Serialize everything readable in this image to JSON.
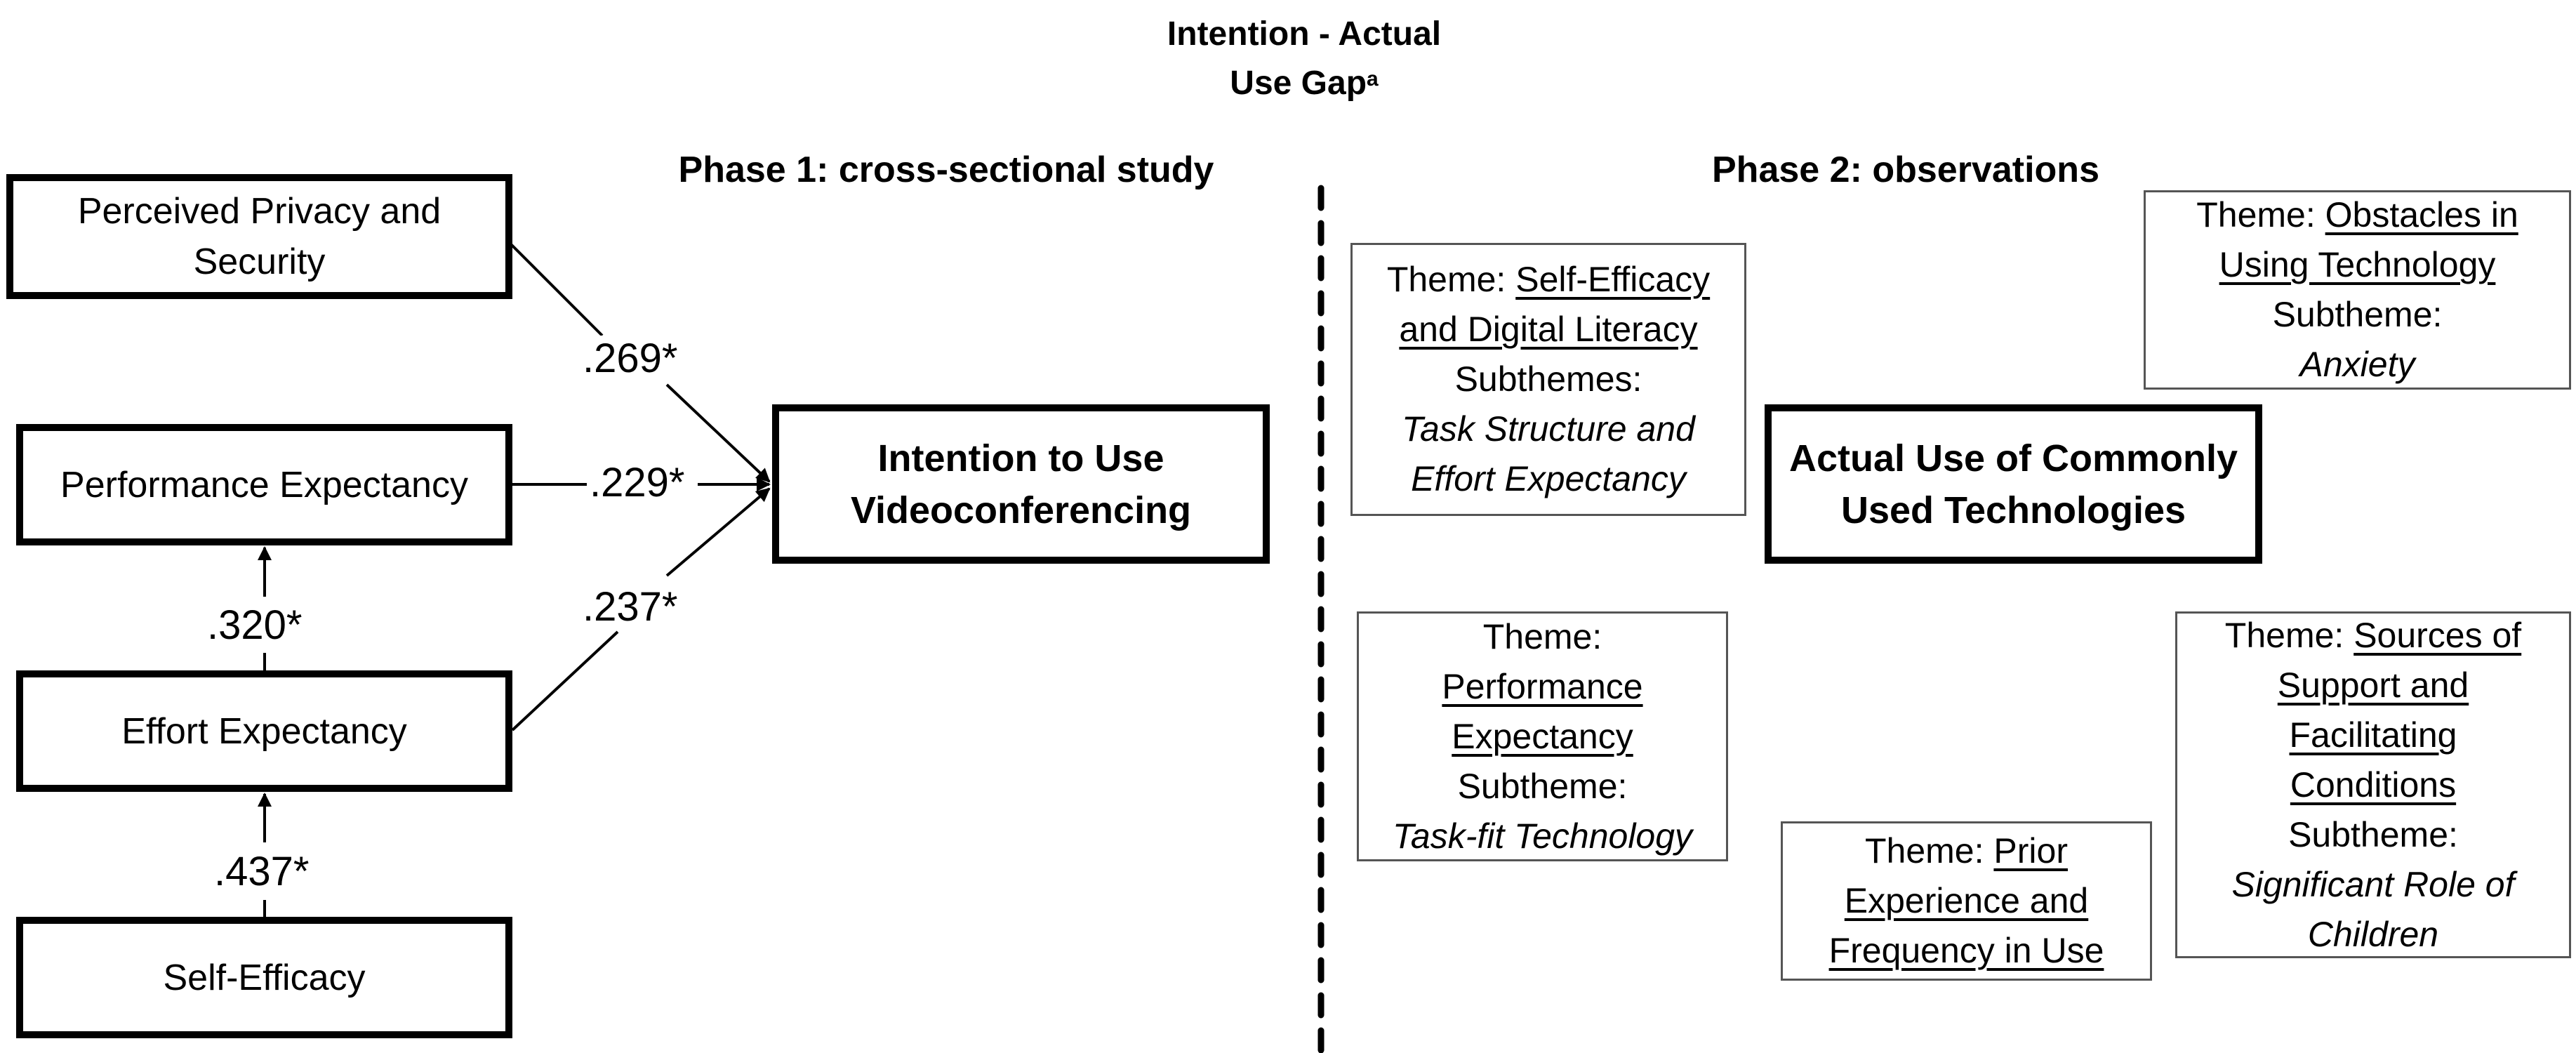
{
  "title": {
    "line1": "Intention - Actual",
    "line2": "Use Gap",
    "superscript": "a"
  },
  "phase1": {
    "heading": "Phase 1: cross-sectional study",
    "constructs": {
      "privacy_security": "Perceived Privacy and Security",
      "performance_expectancy": "Performance Expectancy",
      "effort_expectancy": "Effort Expectancy",
      "self_efficacy": "Self-Efficacy"
    },
    "outcome": {
      "line1": "Intention to Use",
      "line2": "Videoconferencing"
    },
    "paths": [
      {
        "from": "Perceived Privacy and Security",
        "to": "Intention to Use Videoconferencing",
        "coefficient": ".269*"
      },
      {
        "from": "Performance Expectancy",
        "to": "Intention to Use Videoconferencing",
        "coefficient": ".229*"
      },
      {
        "from": "Effort Expectancy",
        "to": "Intention to Use Videoconferencing",
        "coefficient": ".237*"
      },
      {
        "from": "Effort Expectancy",
        "to": "Performance Expectancy",
        "coefficient": ".320*"
      },
      {
        "from": "Self-Efficacy",
        "to": "Effort Expectancy",
        "coefficient": ".437*"
      }
    ]
  },
  "phase2": {
    "heading": "Phase 2: observations",
    "outcome": {
      "line1": "Actual Use of Commonly",
      "line2": "Used Technologies"
    },
    "themes": {
      "self_efficacy": {
        "theme_label": "Theme: ",
        "theme_line1": "Self-Efficacy",
        "theme_line2": "and Digital Literacy",
        "sub_label": "Subthemes:",
        "sub_line1": "Task Structure and",
        "sub_line2": "Effort Expectancy"
      },
      "obstacles": {
        "theme_label": "Theme: ",
        "theme_line1": "Obstacles in",
        "theme_line2": "Using Technology",
        "sub_label": "Subtheme:",
        "sub_line1": "Anxiety"
      },
      "performance": {
        "theme_label": "Theme:",
        "theme_line1": "Performance",
        "theme_line2": "Expectancy",
        "sub_label": "Subtheme:",
        "sub_line1": "Task-fit Technology"
      },
      "prior_experience": {
        "theme_label": "Theme: ",
        "theme_line1": "Prior",
        "theme_line2": "Experience and",
        "theme_line3": "Frequency in Use"
      },
      "support": {
        "theme_label": "Theme: ",
        "theme_line1": "Sources of",
        "theme_line2": "Support and",
        "theme_line3": "Facilitating",
        "theme_line4": "Conditions",
        "sub_label": "Subtheme:",
        "sub_line1": "Significant Role of",
        "sub_line2": "Children"
      }
    }
  }
}
